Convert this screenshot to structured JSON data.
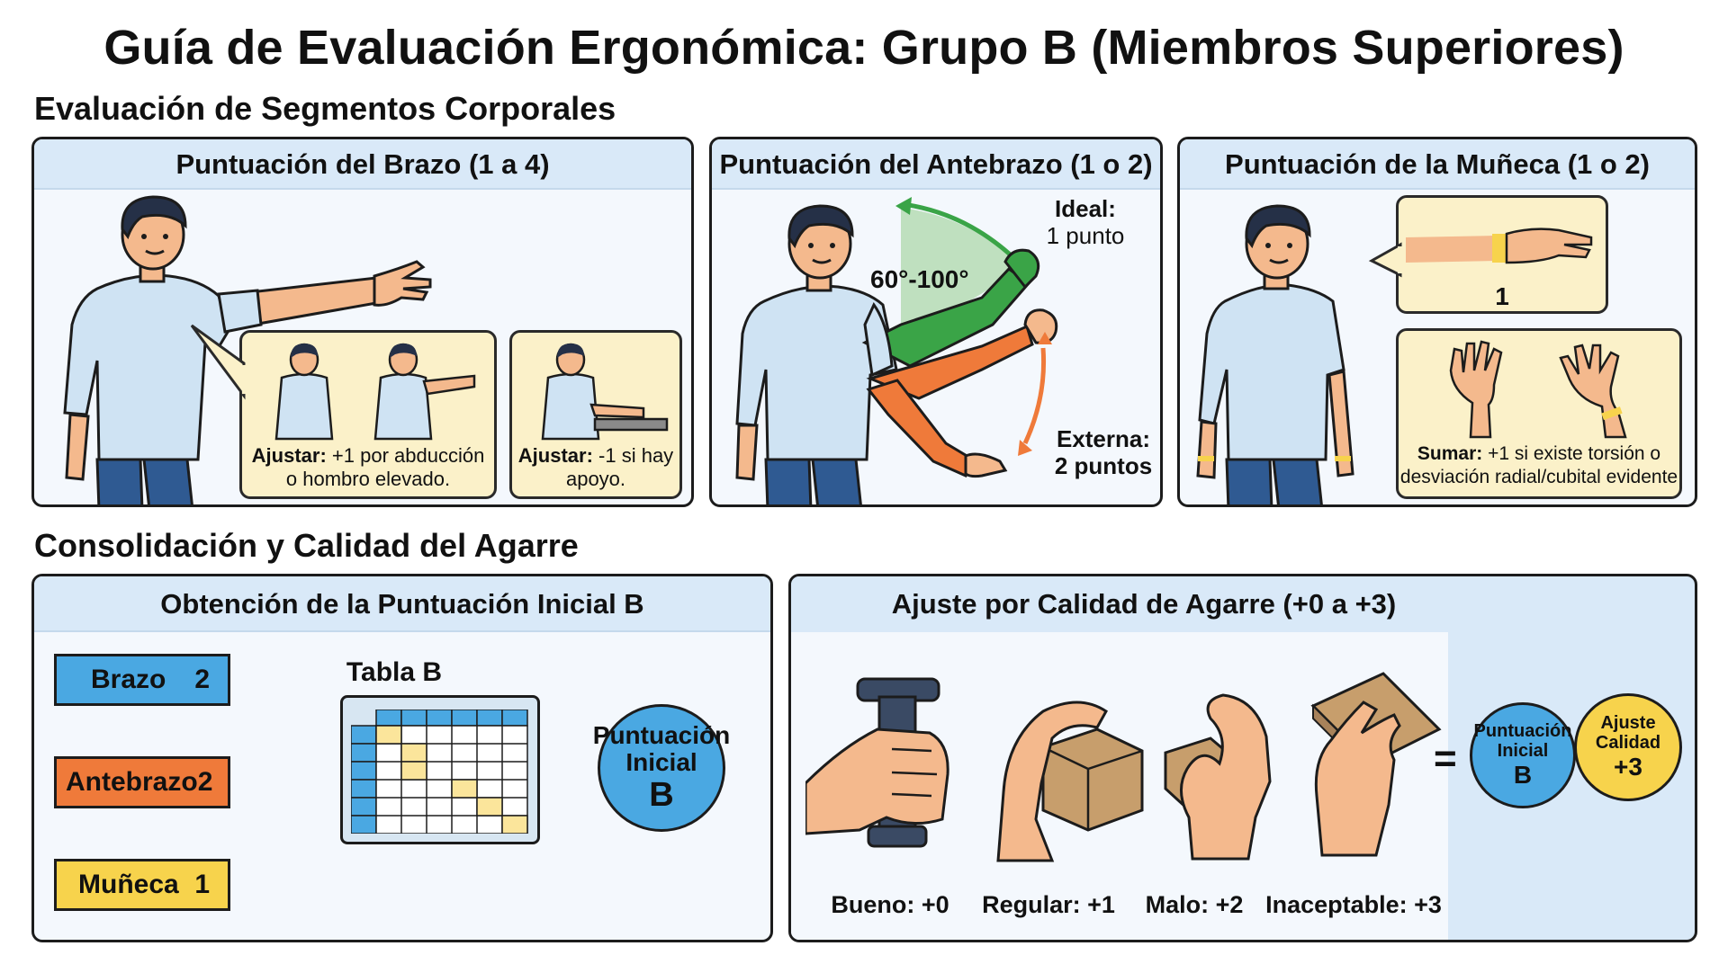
{
  "title": "Guía de Evaluación Ergonómica: Grupo B (Miembros Superiores)",
  "section1": {
    "title": "Evaluación de Segmentos Corporales",
    "arm": {
      "header": "Puntuación del Brazo (1 a 4)",
      "adjust1_bold": "Ajustar:",
      "adjust1_line1": " +1 por abducción",
      "adjust1_line2": "o hombro elevado.",
      "adjust2_bold": "Ajustar:",
      "adjust2_line1": " -1 si hay",
      "adjust2_line2": "apoyo."
    },
    "forearm": {
      "header": "Puntuación del Antebrazo (1 o 2)",
      "angle": "60°-100°",
      "ideal_label": "Ideal:",
      "ideal_value": "1 punto",
      "external_label": "Externa:",
      "external_value": "2 puntos"
    },
    "wrist": {
      "header": "Puntuación de la Muñeca (1 o 2)",
      "score": "1",
      "add_bold": "Sumar:",
      "add_line1": " +1 si existe torsión o",
      "add_line2": "desviación radial/cubital evidente"
    }
  },
  "section2": {
    "title": "Consolidación y Calidad del Agarre",
    "initial": {
      "header": "Obtención de la Puntuación Inicial B",
      "table_label": "Tabla B",
      "rows": [
        {
          "label": "Brazo",
          "value": "2",
          "color": "#4aa8e2"
        },
        {
          "label": "Antebrazo",
          "value": "2",
          "color": "#ef7a3a"
        },
        {
          "label": "Muñeca",
          "value": "1",
          "color": "#f7d34c"
        }
      ],
      "circle_line1": "Puntuación",
      "circle_line2": "Inicial",
      "circle_line3": "B"
    },
    "grip": {
      "header": "Ajuste por Calidad de Agarre (+0 a +3)",
      "labels": [
        "Bueno: +0",
        "Regular: +1",
        "Malo: +2",
        "Inaceptable: +3"
      ],
      "equals": "=",
      "circle1_line1": "Puntuación",
      "circle1_line2": "Inicial",
      "circle1_line3": "B",
      "circle2_line1": "Ajuste",
      "circle2_line2": "Calidad",
      "circle2_line3": "+3"
    }
  },
  "colors": {
    "blue": "#4aa8e2",
    "orange": "#ef7a3a",
    "yellow": "#f7d34c",
    "green": "#3aa447",
    "shirt": "#cfe3f3",
    "pants": "#2f5a92",
    "skin": "#f4b98d",
    "hair": "#253047"
  }
}
